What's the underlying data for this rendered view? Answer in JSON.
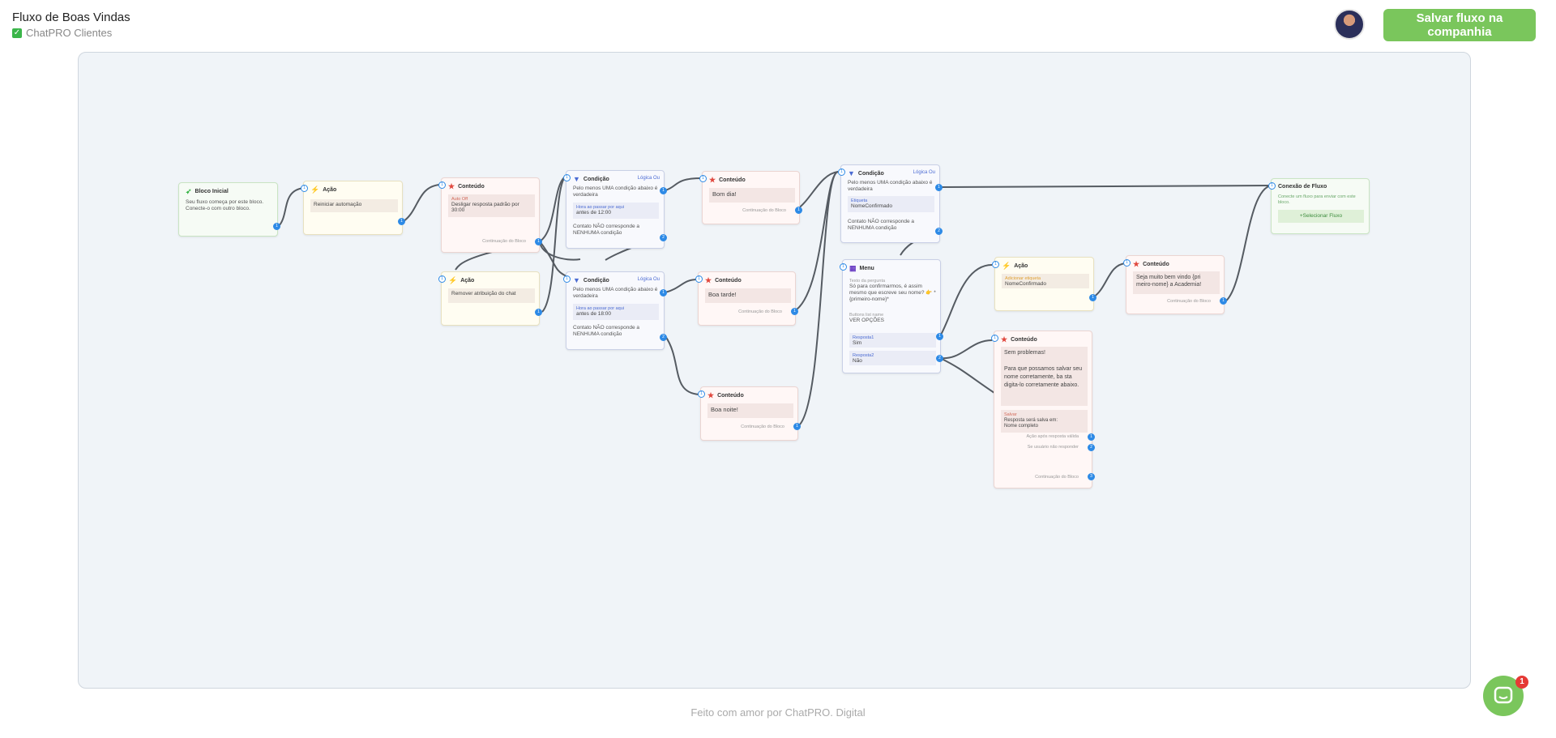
{
  "header": {
    "title": "Fluxo de Boas Vindas",
    "subtitle": "ChatPRO Clientes",
    "save_button": "Salvar fluxo na companhia"
  },
  "colors": {
    "accent": "#7ac65c",
    "port": "#2d8ae6",
    "edge": "#555b62",
    "canvas": "#f0f4f8"
  },
  "icons": {
    "start": "rocket-icon",
    "action": "lightning-icon",
    "content": "star-icon",
    "condition": "filter-icon",
    "menu": "grid-icon",
    "expand": "expand-icon",
    "chat": "chat-icon"
  },
  "nodes": {
    "bloco_inicial": {
      "title": "Bloco Inicial",
      "text": "Seu fluxo começa por este bloco. Conecte-o com outro bloco."
    },
    "acao1": {
      "title": "Ação",
      "box": "Reiniciar automação"
    },
    "acao2": {
      "title": "Ação",
      "box": "Remover atribuição do chat"
    },
    "conteudo_autooff": {
      "title": "Conteúdo",
      "label": "Auto Off",
      "text": "Desligar resposta padrão por 30:00",
      "continuation": "Continuação do Bloco"
    },
    "cond1": {
      "title": "Condição",
      "logic": "Lógica Ou",
      "text": "Pelo menos UMA condição abaixo é verdadeira",
      "label": "Hora ao passar por aqui",
      "value": "antes de 12:00",
      "else": "Contato NÃO corresponde a NENHUMA condição"
    },
    "cond2": {
      "title": "Condição",
      "logic": "Lógica Ou",
      "text": "Pelo menos UMA condição abaixo é verdadeira",
      "label": "Hora ao passar por aqui",
      "value": "antes de 18:00",
      "else": "Contato NÃO corresponde a NENHUMA condição"
    },
    "bom_dia": {
      "title": "Conteúdo",
      "box": "Bom dia!",
      "continuation": "Continuação do Bloco"
    },
    "boa_tarde": {
      "title": "Conteúdo",
      "box": "Boa tarde!",
      "continuation": "Continuação do Bloco"
    },
    "boa_noite": {
      "title": "Conteúdo",
      "box": "Boa noite!",
      "continuation": "Continuação do Bloco"
    },
    "cond3": {
      "title": "Condição",
      "logic": "Lógica Ou",
      "text": "Pelo menos UMA condição abaixo é verdadeira",
      "label": "Etiqueta",
      "value": "NomeConfirmado",
      "else": "Contato NÃO corresponde a NENHUMA condição"
    },
    "menu": {
      "title": "Menu",
      "question_label": "Texto da pergunta",
      "question": "Só para confirmarmos, é assim mesmo que escreve seu nome? 👉 *{primeiro-nome}*",
      "list_label": "Buttons list name",
      "list_name": "VER OPÇÕES",
      "resp1_label": "Resposta1",
      "resp1": "Sim",
      "resp2_label": "Resposta2",
      "resp2": "Não"
    },
    "conexao": {
      "title": "Conexão de Fluxo",
      "text": "Conecte um fluxo para enviar com este bloco.",
      "button": "+Selecionar Fluxo"
    },
    "acao3": {
      "title": "Ação",
      "label": "Adicionar etiqueta",
      "value": "NomeConfirmado"
    },
    "conteudo_bemvindo": {
      "title": "Conteúdo",
      "box": "Seja muito bem vindo {pri meiro-nome} a Academia!",
      "continuation": "Continuação do Bloco"
    },
    "conteudo_problemas": {
      "title": "Conteúdo",
      "box": "Sem problemas!\n\nPara que possamos salvar seu nome corretamente, ba sta digita-lo corretamente abaixo.",
      "save_label": "Salvar",
      "save_text": "Resposta será salva em:",
      "save_value": "Nome completo",
      "valid": "Ação após resposta válida",
      "noreply": "Se usuário não responder",
      "continuation": "Continuação do Bloco"
    }
  },
  "footer": {
    "text": "Feito com amor por  ChatPRO. Digital"
  },
  "chat": {
    "badge": "1"
  }
}
